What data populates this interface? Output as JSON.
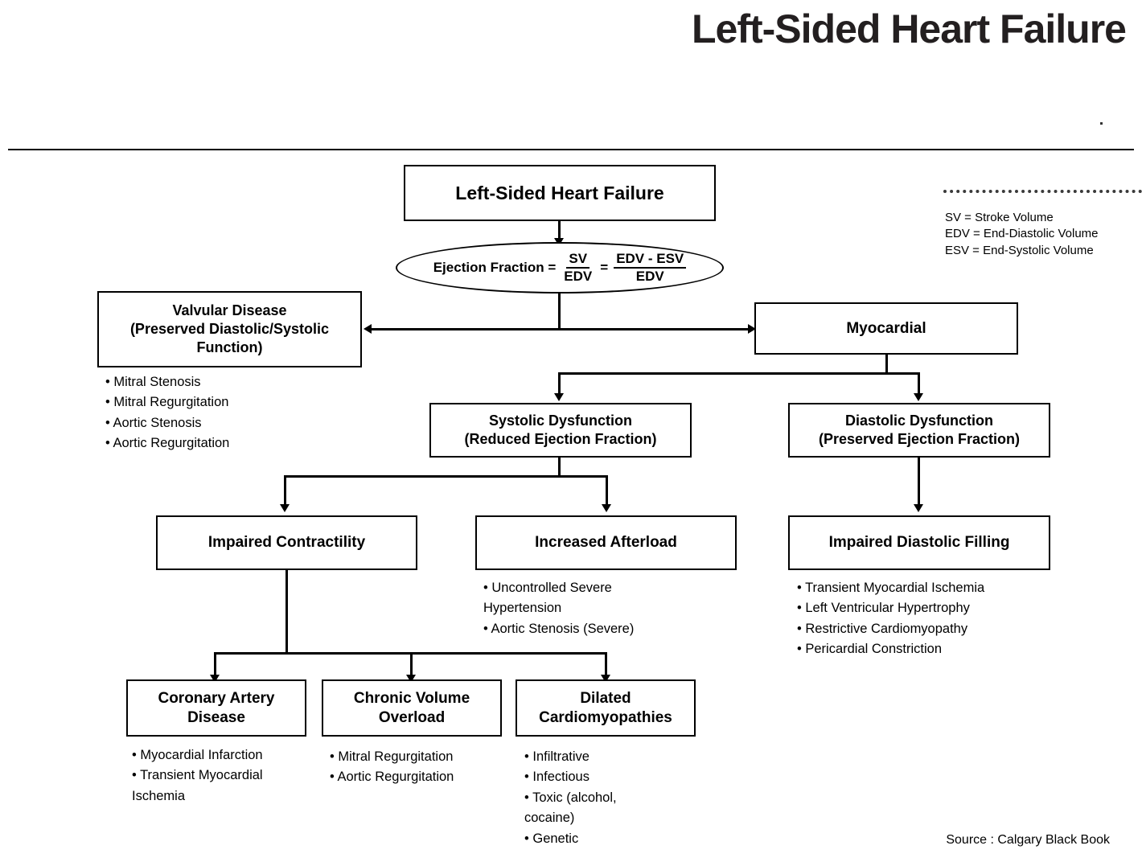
{
  "header": {
    "title": "Left-Sided Heart Failure"
  },
  "legend": {
    "items": [
      "SV = Stroke Volume",
      "EDV = End-Diastolic Volume",
      "ESV = End-Systolic Volume"
    ]
  },
  "source": "Source :  Calgary Black Book",
  "nodes": {
    "root": {
      "label": "Left-Sided Heart Failure"
    },
    "ejection_fraction": {
      "label": "Ejection Fraction =",
      "frac1_num": "SV",
      "frac1_den": "EDV",
      "equals": "=",
      "frac2_num": "EDV - ESV",
      "frac2_den": "EDV"
    },
    "valvular": {
      "line1": "Valvular Disease",
      "line2": "(Preserved Diastolic/Systolic",
      "line3": "Function)"
    },
    "myocardial": {
      "label": "Myocardial"
    },
    "systolic": {
      "line1": "Systolic Dysfunction",
      "line2": "(Reduced Ejection Fraction)"
    },
    "diastolic": {
      "line1": "Diastolic Dysfunction",
      "line2": "(Preserved Ejection Fraction)"
    },
    "impaired_contractility": {
      "label": "Impaired Contractility"
    },
    "increased_afterload": {
      "label": "Increased Afterload"
    },
    "impaired_diastolic_filling": {
      "label": "Impaired Diastolic Filling"
    },
    "coronary_artery_disease": {
      "line1": "Coronary Artery",
      "line2": "Disease"
    },
    "chronic_volume_overload": {
      "line1": "Chronic Volume",
      "line2": "Overload"
    },
    "dilated_cardiomyopathies": {
      "line1": "Dilated",
      "line2": "Cardiomyopathies"
    }
  },
  "bullets": {
    "valvular": [
      "• Mitral Stenosis",
      "• Mitral Regurgitation",
      "• Aortic Stenosis",
      "• Aortic Regurgitation"
    ],
    "increased_afterload": [
      "• Uncontrolled Severe",
      "Hypertension",
      "• Aortic Stenosis (Severe)"
    ],
    "impaired_diastolic_filling": [
      "• Transient Myocardial Ischemia",
      "• Left Ventricular Hypertrophy",
      "• Restrictive Cardiomyopathy",
      "• Pericardial Constriction"
    ],
    "coronary_artery_disease": [
      "• Myocardial Infarction",
      "• Transient Myocardial",
      "Ischemia"
    ],
    "chronic_volume_overload": [
      "• Mitral Regurgitation",
      "• Aortic Regurgitation"
    ],
    "dilated_cardiomyopathies": [
      "• Infiltrative",
      "• Infectious",
      "• Toxic (alcohol,",
      "cocaine)",
      "• Genetic"
    ]
  }
}
